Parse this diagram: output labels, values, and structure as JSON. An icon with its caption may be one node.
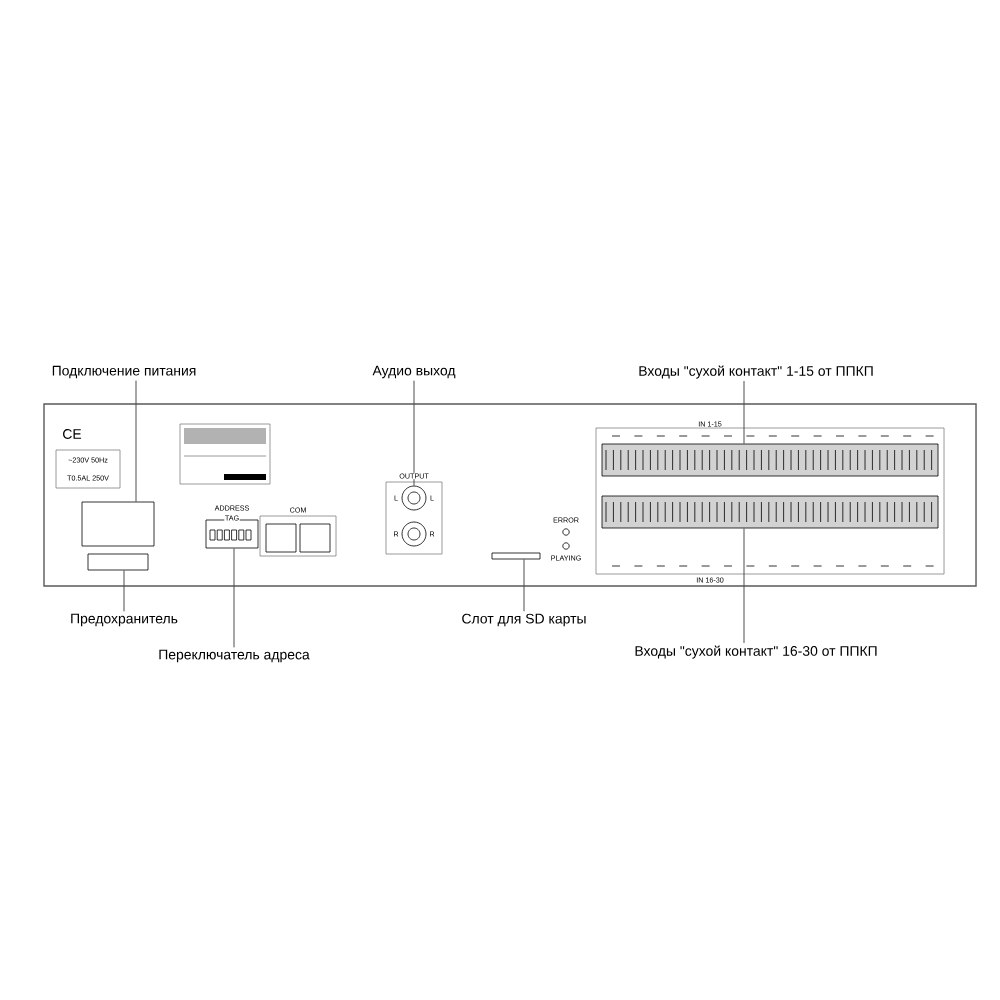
{
  "diagram": {
    "nodes": [
      {
        "text": [
          "Подключение питания"
        ]
      },
      {
        "text": [
          "Аудио выход"
        ]
      },
      {
        "text": [
          "Входы \"сухой контакт\" 1-15 от ППКП"
        ]
      },
      {
        "text": [],
        "shape": "box"
      },
      {
        "text": [],
        "shape": "box"
      },
      {
        "text": [],
        "shape": "box"
      },
      {
        "text": [],
        "shape": "circle"
      },
      {
        "text": [],
        "shape": "bar"
      },
      {
        "text": [],
        "shape": "box"
      },
      {
        "text": [],
        "shape": "box"
      },
      {
        "text": [
          "Предохранитель"
        ]
      },
      {
        "text": [
          "Переключатель адреса"
        ]
      },
      {
        "text": [
          "Слот для SD карты"
        ]
      },
      {
        "text": [
          "Входы \"сухой контакт\" 16-30 от ППКП"
        ]
      }
    ],
    "edges": [
      {
        "from": 0,
        "to": 3,
        "arrow": "none"
      },
      {
        "from": 1,
        "to": 6,
        "arrow": "none"
      },
      {
        "from": 2,
        "to": 8,
        "arrow": "none"
      },
      {
        "from": 10,
        "to": 4,
        "arrow": "none"
      },
      {
        "from": 11,
        "to": 5,
        "arrow": "none"
      },
      {
        "from": 12,
        "to": 7,
        "arrow": "none"
      },
      {
        "from": 13,
        "to": 9,
        "arrow": "none"
      }
    ],
    "labels": [
      "CE",
      "~230V 50Hz",
      "T0.5AL 250V",
      "ADDRESS",
      "TAG",
      "COM",
      "OUTPUT",
      "L",
      "L",
      "R",
      "R",
      "ERROR",
      "PLAYING",
      "IN 1-15",
      "IN 16-30"
    ]
  }
}
